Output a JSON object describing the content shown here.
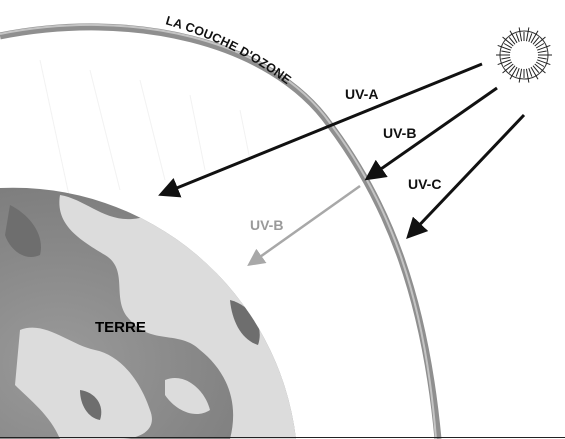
{
  "labels": {
    "ozone_layer": "LA COUCHE D'OZONE",
    "uv_a": "UV-A",
    "uv_b": "UV-B",
    "uv_c": "UV-C",
    "uv_b_absorbed": "UV-B",
    "earth": "TERRE"
  },
  "colors": {
    "ozone_band": "#8f8f8f",
    "earth_base": "#8c8c8c",
    "earth_clouds": "#dcdcdc",
    "ray_strong": "#111111",
    "ray_weak": "#a8a8a8"
  },
  "icons": {
    "sun": "sun-icon",
    "earth": "earth-globe-icon"
  }
}
